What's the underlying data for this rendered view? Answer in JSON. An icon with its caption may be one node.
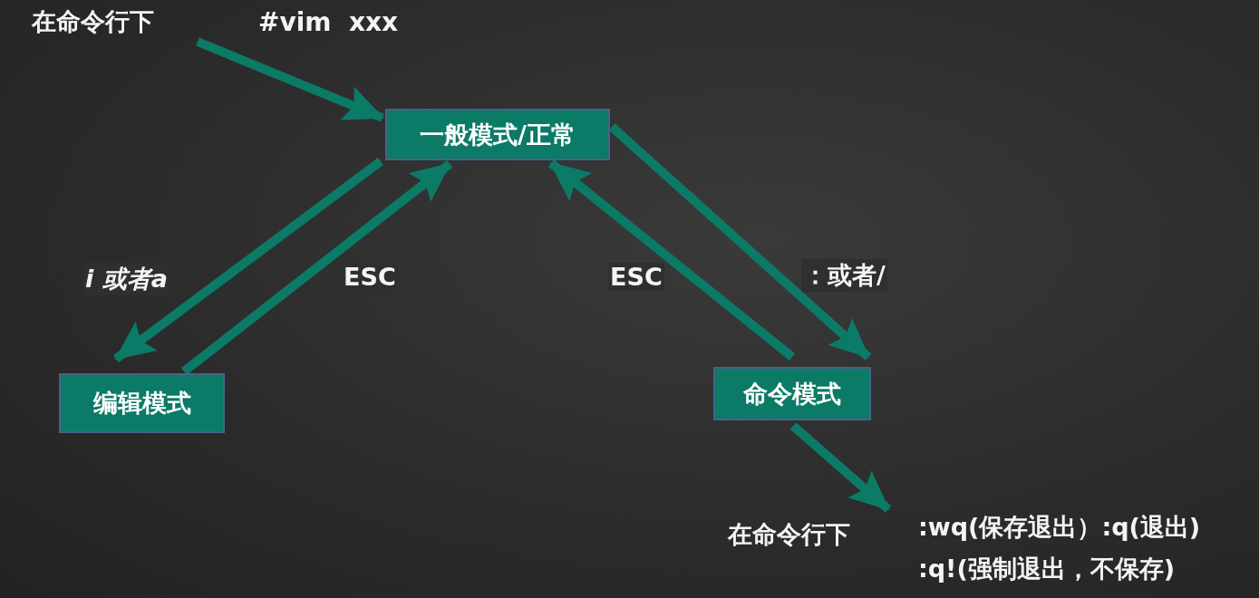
{
  "diagram": {
    "nodes": [
      {
        "text": [
          "在命令行下"
        ]
      },
      {
        "text": [
          "一般模式/正常"
        ]
      },
      {
        "text": [
          "编辑模式"
        ]
      },
      {
        "text": [
          "命令模式"
        ]
      },
      {
        "text": [
          "在命令行下",
          ":wq(保存退出）:q(退出)",
          ":q!(强制退出，不保存)"
        ]
      }
    ],
    "edges": [
      {
        "from": 0,
        "to": 1,
        "arrow": "to"
      },
      {
        "from": 1,
        "to": 2,
        "arrow": "to",
        "label": "i 或者a"
      },
      {
        "from": 2,
        "to": 1,
        "arrow": "to",
        "label": "ESC"
      },
      {
        "from": 3,
        "to": 1,
        "arrow": "to",
        "label": "ESC"
      },
      {
        "from": 1,
        "to": 3,
        "arrow": "to",
        "label": "：或者/"
      },
      {
        "from": 3,
        "to": 4,
        "arrow": "to"
      }
    ],
    "labels": [
      "#vim  xxx"
    ]
  }
}
